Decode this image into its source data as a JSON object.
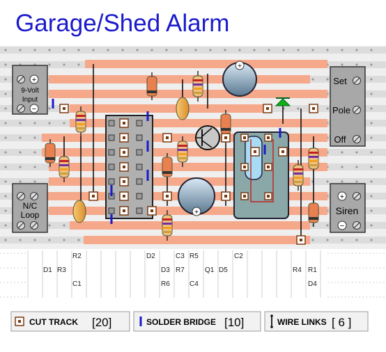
{
  "title": "Garage/Shed Alarm",
  "terminals": {
    "input_top": "9-Volt",
    "input_bottom": "Input",
    "plus": "+",
    "minus": "−",
    "loop_top": "N/C",
    "loop_bottom": "Loop",
    "set": "Set",
    "pole": "Pole",
    "off": "Off",
    "siren": "Siren"
  },
  "components": {
    "d1": "D1",
    "r3": "R3",
    "r2": "R2",
    "c1": "C1",
    "d2": "D2",
    "d3": "D3",
    "r6": "R6",
    "c3": "C3",
    "r5": "R5",
    "r7": "R7",
    "c4": "C4",
    "q1": "Q1",
    "d5": "D5",
    "c2": "C2",
    "r4": "R4",
    "r1": "R1",
    "d4": "D4"
  },
  "legend": {
    "cut_label": "CUT TRACK",
    "cut_count": "[20]",
    "bridge_label": "SOLDER BRIDGE",
    "bridge_count": "[10]",
    "links_label": "WIRE LINKS",
    "links_count": "[ 6 ]"
  },
  "colors": {
    "title": "#1a1acc",
    "track": "#f5a88a",
    "board": "#e8e8e8",
    "terminal_block": "#a8a8a8",
    "relay": "#8aa8a8",
    "bridge": "#1a1acc",
    "led": "#10b010"
  }
}
